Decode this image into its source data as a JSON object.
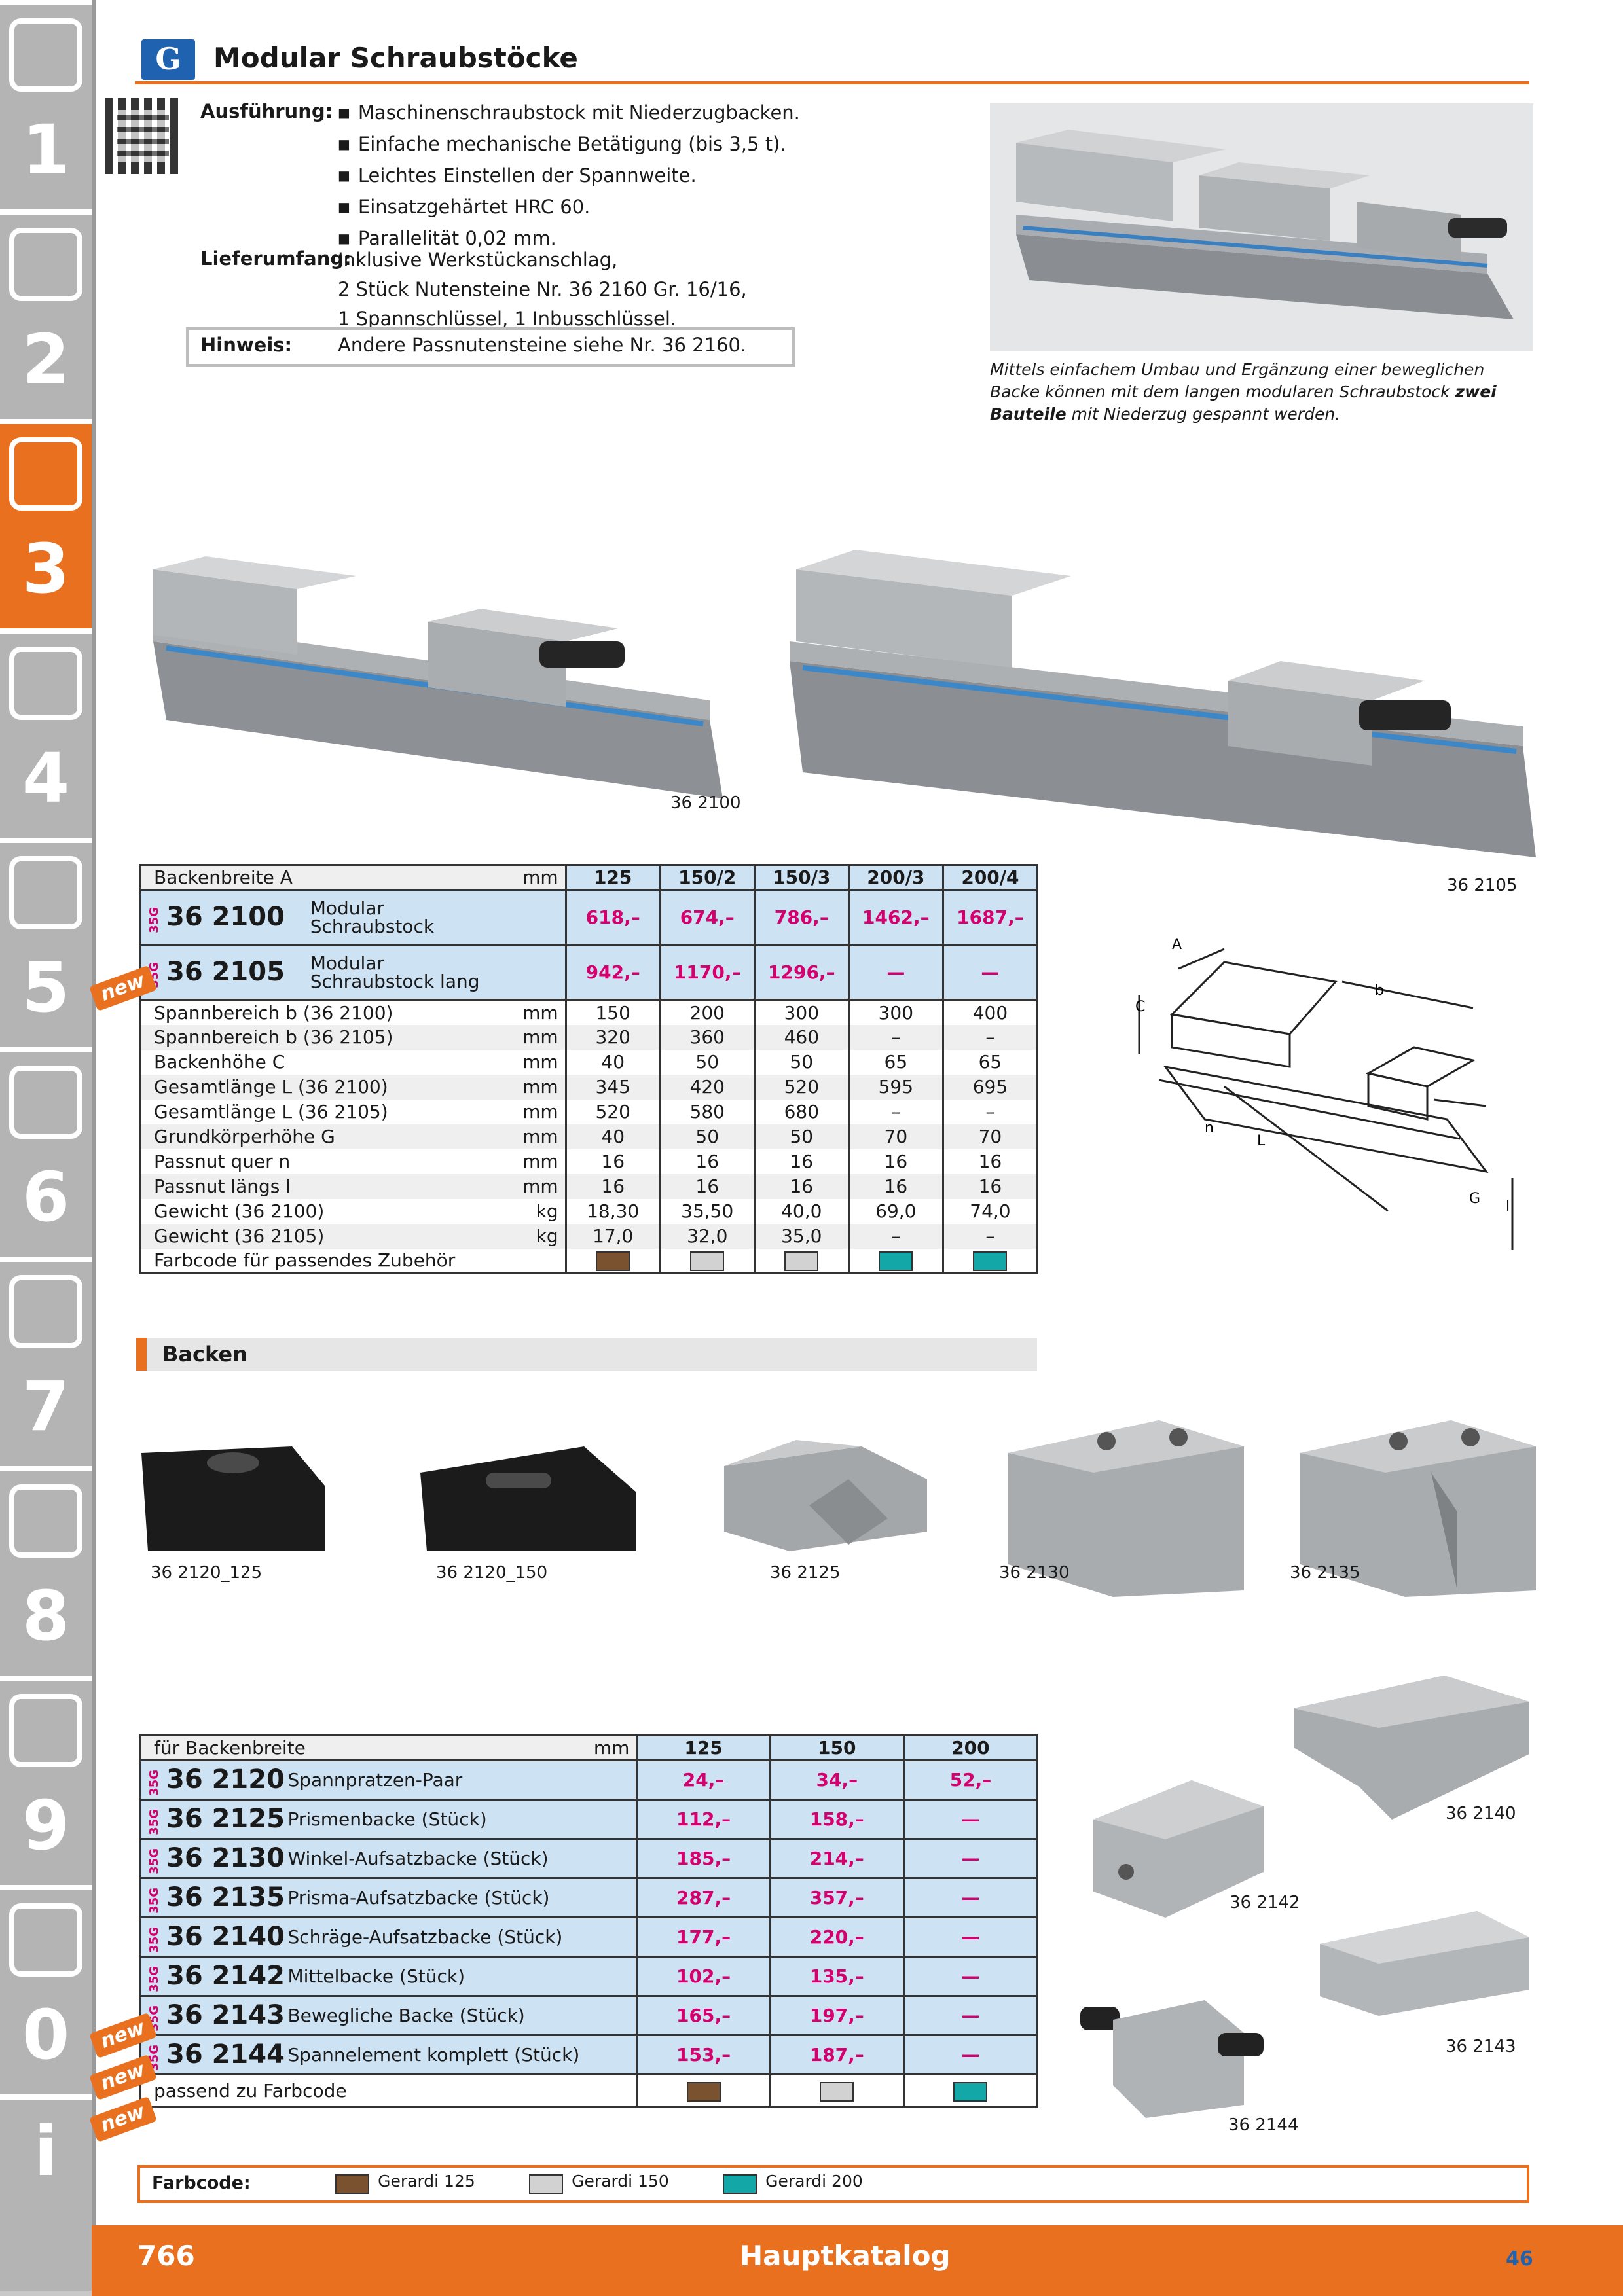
{
  "header": {
    "logo_text": "G",
    "title": "Modular Schraubstöcke"
  },
  "description": {
    "ausfuehrung_label": "Ausführung:",
    "bullets": [
      "Maschinenschraubstock mit Niederzugbacken.",
      "Einfache mechanische Betätigung (bis 3,5 t).",
      "Leichtes Einstellen der Spannweite.",
      "Einsatzgehärtet HRC 60.",
      "Parallelität 0,02 mm."
    ],
    "lieferumfang_label": "Lieferumfang:",
    "lieferumfang_lines": [
      "Inklusive Werkstückanschlag,",
      "2 Stück Nutensteine Nr. 36 2160 Gr. 16/16,",
      "1 Spannschlüssel, 1 Inbusschlüssel."
    ],
    "hinweis_label": "Hinweis:",
    "hinweis_text": "Andere Passnutensteine siehe Nr. 36 2160.",
    "caption_part1": "Mittels einfachem Umbau und Ergänzung einer beweglichen Backe können mit dem langen modularen Schraubstock ",
    "caption_bold": "zwei Bauteile",
    "caption_part2": " mit Niederzug gespannt werden."
  },
  "photos": {
    "vise_short": "36 2100",
    "vise_long": "36 2105",
    "jaws": [
      "36 2120_125",
      "36 2120_150",
      "36 2125",
      "36 2130",
      "36 2135"
    ],
    "j140": "36 2140",
    "j142": "36 2142",
    "j143": "36 2143",
    "j144": "36 2144"
  },
  "diagram": {
    "A": "A",
    "b": "b",
    "C": "C",
    "n": "n",
    "L": "L",
    "G": "G",
    "l": "l"
  },
  "spec_table": {
    "header_label": "Backenbreite A",
    "header_unit": "mm",
    "columns": [
      "125",
      "150/2",
      "150/3",
      "200/3",
      "200/4"
    ],
    "products": [
      {
        "tag": "35G",
        "code": "36 2100",
        "name_line1": "Modular",
        "name_line2": "Schraubstock",
        "prices": [
          "618,–",
          "674,–",
          "786,–",
          "1462,–",
          "1687,–"
        ]
      },
      {
        "tag": "35G",
        "code": "36 2105",
        "name_line1": "Modular",
        "name_line2": "Schraubstock lang",
        "prices": [
          "942,–",
          "1170,–",
          "1296,–",
          "—",
          "—"
        ],
        "badge": "new"
      }
    ],
    "rows": [
      {
        "label": "Spannbereich b (36 2100)",
        "unit": "mm",
        "values": [
          "150",
          "200",
          "300",
          "300",
          "400"
        ]
      },
      {
        "label": "Spannbereich b (36 2105)",
        "unit": "mm",
        "values": [
          "320",
          "360",
          "460",
          "–",
          "–"
        ]
      },
      {
        "label": "Backenhöhe C",
        "unit": "mm",
        "values": [
          "40",
          "50",
          "50",
          "65",
          "65"
        ]
      },
      {
        "label": "Gesamtlänge L (36 2100)",
        "unit": "mm",
        "values": [
          "345",
          "420",
          "520",
          "595",
          "695"
        ]
      },
      {
        "label": "Gesamtlänge L (36 2105)",
        "unit": "mm",
        "values": [
          "520",
          "580",
          "680",
          "–",
          "–"
        ]
      },
      {
        "label": "Grundkörperhöhe G",
        "unit": "mm",
        "values": [
          "40",
          "50",
          "50",
          "70",
          "70"
        ]
      },
      {
        "label": "Passnut quer n",
        "unit": "mm",
        "values": [
          "16",
          "16",
          "16",
          "16",
          "16"
        ]
      },
      {
        "label": "Passnut längs l",
        "unit": "mm",
        "values": [
          "16",
          "16",
          "16",
          "16",
          "16"
        ]
      },
      {
        "label": "Gewicht (36 2100)",
        "unit": "kg",
        "values": [
          "18,30",
          "35,50",
          "40,0",
          "69,0",
          "74,0"
        ]
      },
      {
        "label": "Gewicht (36 2105)",
        "unit": "kg",
        "values": [
          "17,0",
          "32,0",
          "35,0",
          "–",
          "–"
        ]
      }
    ],
    "farbcode_row_label": "Farbcode für passendes Zubehör",
    "farbcode_colors": [
      "#7a5230",
      "#d2d2d2",
      "#d2d2d2",
      "#13a7a7",
      "#13a7a7"
    ]
  },
  "section": {
    "title": "Backen"
  },
  "jaw_table": {
    "header_label": "für Backenbreite",
    "header_unit": "mm",
    "columns": [
      "125",
      "150",
      "200"
    ],
    "products": [
      {
        "tag": "35G",
        "code": "36 2120",
        "name": "Spannpratzen-Paar",
        "prices": [
          "24,–",
          "34,–",
          "52,–"
        ]
      },
      {
        "tag": "35G",
        "code": "36 2125",
        "name": "Prismenbacke (Stück)",
        "prices": [
          "112,–",
          "158,–",
          "—"
        ]
      },
      {
        "tag": "35G",
        "code": "36 2130",
        "name": "Winkel-Aufsatzbacke (Stück)",
        "prices": [
          "185,–",
          "214,–",
          "—"
        ]
      },
      {
        "tag": "35G",
        "code": "36 2135",
        "name": "Prisma-Aufsatzbacke (Stück)",
        "prices": [
          "287,–",
          "357,–",
          "—"
        ]
      },
      {
        "tag": "35G",
        "code": "36 2140",
        "name": "Schräge-Aufsatzbacke (Stück)",
        "prices": [
          "177,–",
          "220,–",
          "—"
        ]
      },
      {
        "tag": "35G",
        "code": "36 2142",
        "name": "Mittelbacke (Stück)",
        "prices": [
          "102,–",
          "135,–",
          "—"
        ],
        "badge": "new"
      },
      {
        "tag": "35G",
        "code": "36 2143",
        "name": "Bewegliche Backe (Stück)",
        "prices": [
          "165,–",
          "197,–",
          "—"
        ],
        "badge": "new"
      },
      {
        "tag": "35G",
        "code": "36 2144",
        "name": "Spannelement komplett (Stück)",
        "prices": [
          "153,–",
          "187,–",
          "—"
        ],
        "badge": "new"
      }
    ],
    "farbcode_row_label": "passend zu Farbcode",
    "farbcode_colors": [
      "#7a5230",
      "#d2d2d2",
      "#13a7a7"
    ]
  },
  "legend": {
    "label": "Farbcode:",
    "items": [
      {
        "name": "Gerardi 125",
        "color": "#7a5230"
      },
      {
        "name": "Gerardi 150",
        "color": "#d2d2d2"
      },
      {
        "name": "Gerardi 200",
        "color": "#13a7a7"
      }
    ]
  },
  "sidebar": {
    "tabs": [
      "1",
      "2",
      "3",
      "4",
      "5",
      "6",
      "7",
      "8",
      "9",
      "0",
      "i"
    ],
    "active": "3"
  },
  "footer": {
    "page_number": "766",
    "title": "Hauptkatalog",
    "small": "46"
  },
  "badge_text": "new"
}
